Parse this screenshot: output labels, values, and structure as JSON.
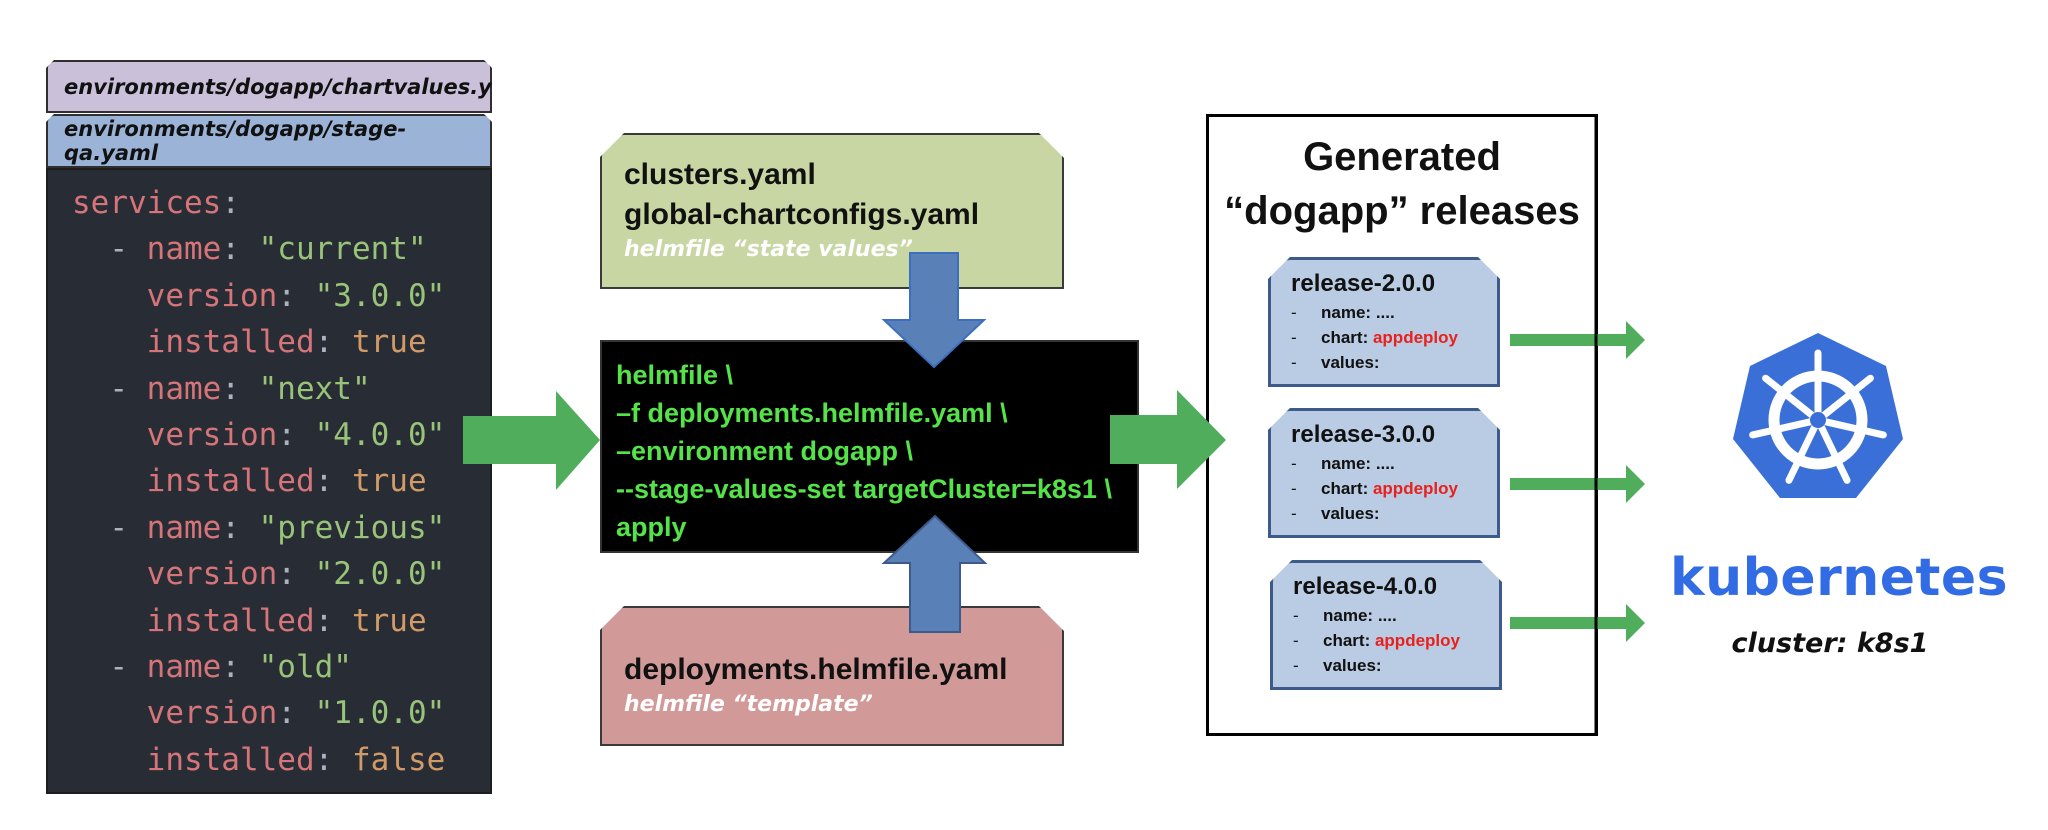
{
  "files": {
    "chartvalues_tab": "environments/dogapp/chartvalues.yaml",
    "stage_tab": "environments/dogapp/stage-qa.yaml"
  },
  "yaml": {
    "root_key": "services",
    "services": [
      {
        "name": "\"current\"",
        "version": "\"3.0.0\"",
        "installed": "true"
      },
      {
        "name": "\"next\"",
        "version": "\"4.0.0\"",
        "installed": "true"
      },
      {
        "name": "\"previous\"",
        "version": "\"2.0.0\"",
        "installed": "true"
      },
      {
        "name": "\"old\"",
        "version": "\"1.0.0\"",
        "installed": "false"
      }
    ],
    "keys": {
      "name": "name",
      "version": "version",
      "installed": "installed"
    }
  },
  "state_values": {
    "line1": "clusters.yaml",
    "line2": "global-chartconfigs.yaml",
    "caption": "helmfile “state values”"
  },
  "template": {
    "title": "deployments.helmfile.yaml",
    "caption": "helmfile “template”"
  },
  "command": {
    "lines": [
      "helmfile \\",
      "–f deployments.helmfile.yaml \\",
      "–environment dogapp \\",
      "--stage-values-set targetCluster=k8s1 \\",
      "apply"
    ]
  },
  "releases": {
    "title_line1": "Generated",
    "title_line2": "“dogapp” releases",
    "items": [
      {
        "title": "release-2.0.0",
        "name_label": "name:",
        "name_value": "....",
        "chart_label": "chart:",
        "chart_value": "appdeploy",
        "values_label": "values:"
      },
      {
        "title": "release-3.0.0",
        "name_label": "name:",
        "name_value": "....",
        "chart_label": "chart:",
        "chart_value": "appdeploy",
        "values_label": "values:"
      },
      {
        "title": "release-4.0.0",
        "name_label": "name:",
        "name_value": "....",
        "chart_label": "chart:",
        "chart_value": "appdeploy",
        "values_label": "values:"
      }
    ],
    "dash": "-"
  },
  "kubernetes": {
    "logo_icon": "kubernetes-helm-wheel-icon",
    "wordmark": "kubernetes",
    "cluster": "cluster: k8s1"
  },
  "colors": {
    "arrow_green": "#4fad5b",
    "arrow_blue": "#5a80b8",
    "k8s_blue": "#326ce5",
    "command_text": "#55e34a",
    "chart_red": "#e8211c"
  }
}
